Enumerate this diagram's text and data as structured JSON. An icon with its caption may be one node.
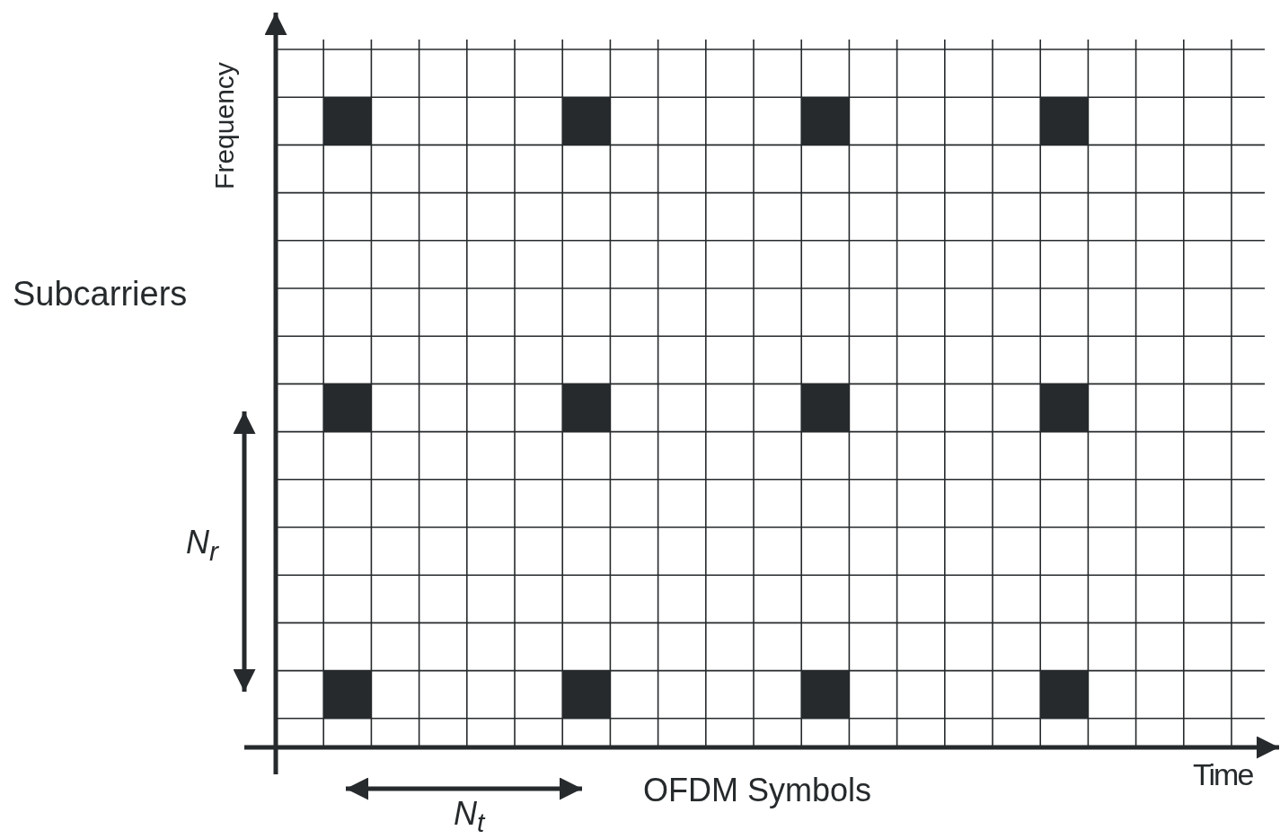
{
  "diagram": {
    "labels": [
      "Frequency",
      "Subcarriers",
      "N$_{r}$",
      "Time",
      "OFDM Symbols",
      "N$_{t}$"
    ]
  }
}
